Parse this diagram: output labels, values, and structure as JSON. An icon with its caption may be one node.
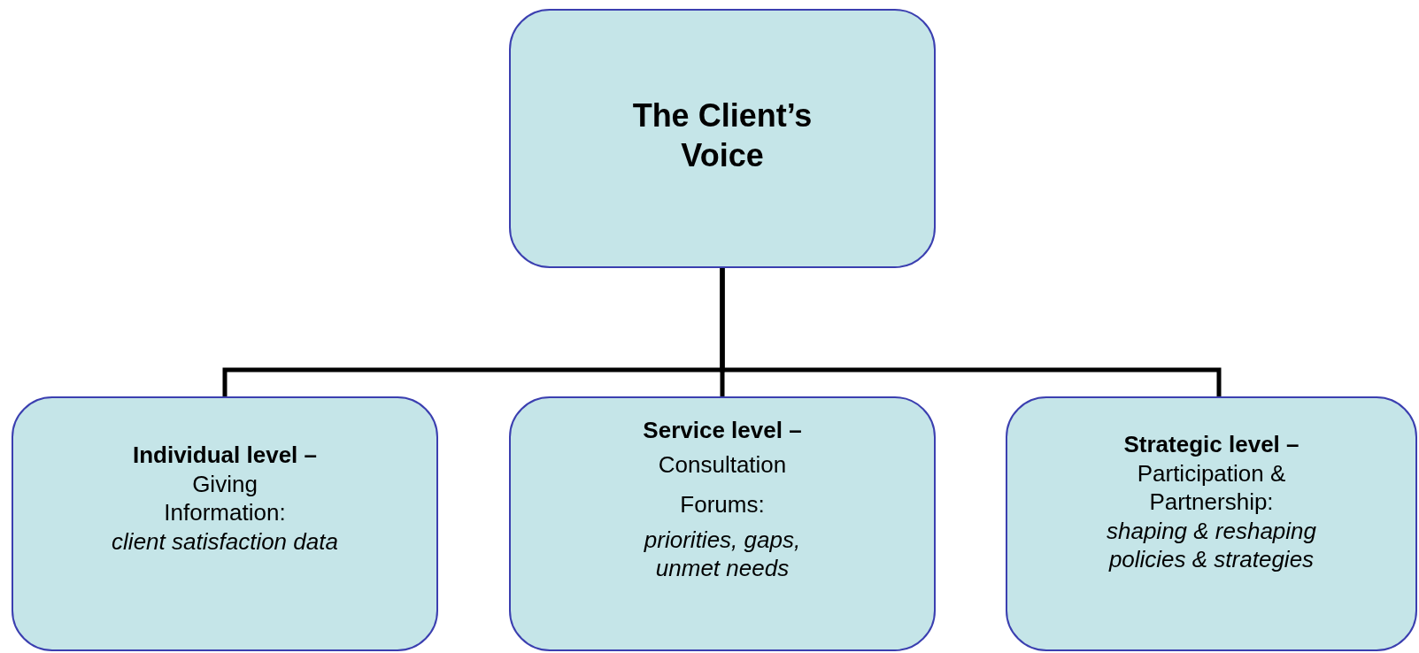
{
  "diagram": {
    "nodes": [
      {
        "text": [
          "The Client’s Voice"
        ]
      },
      {
        "text": [
          "Individual level –",
          "Giving Information:",
          "client satisfaction data"
        ]
      },
      {
        "text": [
          "Service level –",
          "Consultation Forums:",
          "priorities, gaps, unmet needs"
        ]
      },
      {
        "text": [
          "Strategic level –",
          "Participation & Partnership:",
          "shaping & reshaping policies & strategies"
        ]
      }
    ],
    "edges": [
      {
        "from": 0,
        "to": 1,
        "arrow": "none"
      },
      {
        "from": 0,
        "to": 2,
        "arrow": "none"
      },
      {
        "from": 0,
        "to": 3,
        "arrow": "none"
      }
    ]
  }
}
